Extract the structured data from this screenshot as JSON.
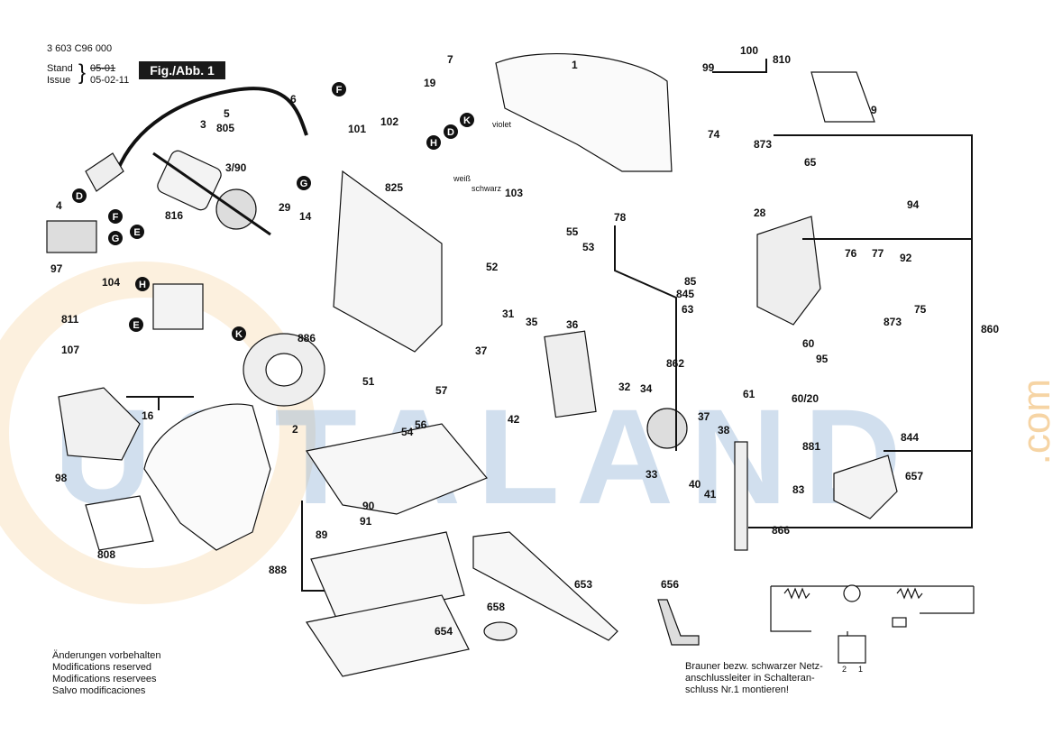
{
  "header": {
    "part_number": "3 603 C96 000",
    "stand_label": "Stand",
    "issue_label": "Issue",
    "old_date": "05-01",
    "new_date": "05-02-11",
    "fig_label": "Fig./Abb. 1"
  },
  "footer_left": [
    "Änderungen vorbehalten",
    "Modifications reserved",
    "Modifications reservees",
    "Salvo modificaciones"
  ],
  "footer_right": [
    "Brauner bezw. schwarzer Netz-",
    "anschlussleiter in Schalteran-",
    "schluss Nr.1 montieren!"
  ],
  "wire_labels": {
    "violet": "violet",
    "weiss": "weiß",
    "schwarz": "schwarz"
  },
  "schematic_terminals": [
    "2",
    "1"
  ],
  "watermark": {
    "main": "USTALAND",
    "com": ".com"
  },
  "connector_letters": [
    "F",
    "G",
    "K",
    "D",
    "H",
    "F",
    "G",
    "E",
    "D",
    "H",
    "E",
    "K"
  ],
  "part_labels": [
    "1",
    "3",
    "3/90",
    "4",
    "5",
    "805",
    "6",
    "7",
    "19",
    "29",
    "14",
    "16",
    "51",
    "57",
    "42",
    "54",
    "56",
    "55",
    "53",
    "52",
    "37",
    "31",
    "35",
    "36",
    "32",
    "34",
    "33",
    "40",
    "41",
    "38",
    "37",
    "61",
    "60/20",
    "881",
    "83",
    "866",
    "95",
    "60",
    "63",
    "862",
    "845",
    "85",
    "76",
    "77",
    "92",
    "75",
    "873",
    "860",
    "94",
    "65",
    "78",
    "28",
    "74",
    "873",
    "100",
    "99",
    "810",
    "9",
    "101",
    "102",
    "103",
    "825",
    "886",
    "816",
    "811",
    "104",
    "97",
    "107",
    "98",
    "808",
    "2",
    "653",
    "654",
    "658",
    "656",
    "657",
    "844",
    "888",
    "89",
    "90",
    "91"
  ]
}
